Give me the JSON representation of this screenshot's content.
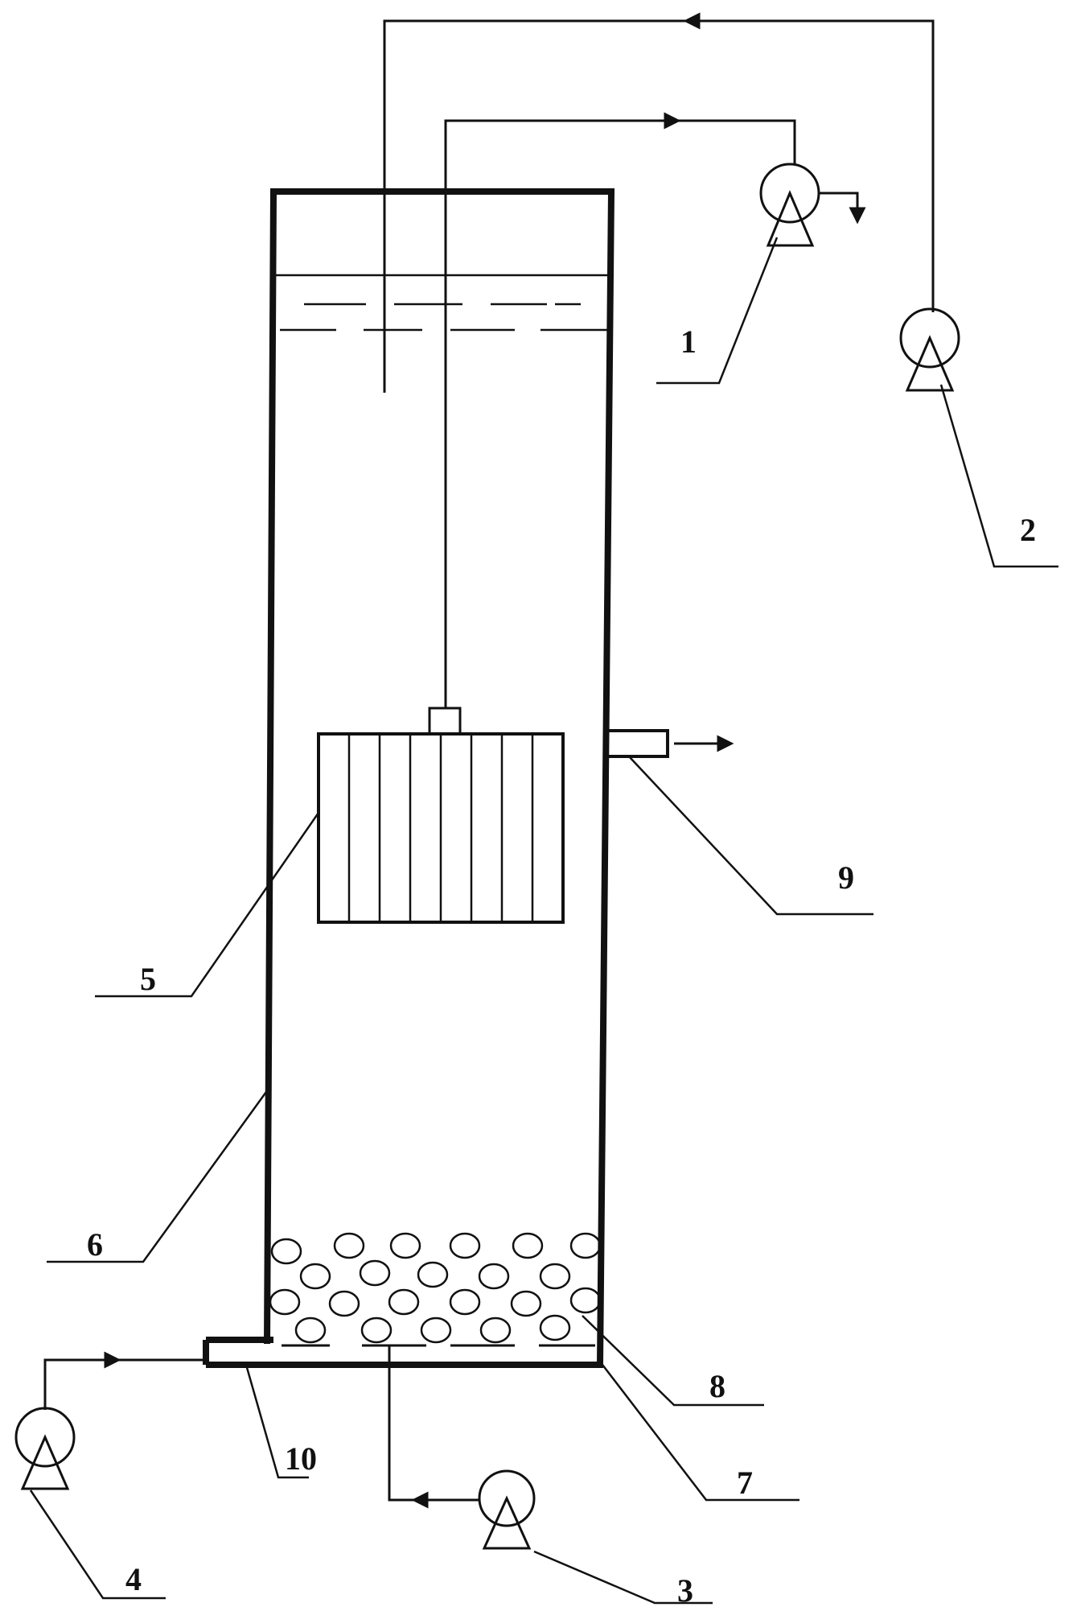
{
  "labels": {
    "pump_effluent": "1",
    "pump_recycle": "2",
    "pump_sludge": "3",
    "pump_influent": "4",
    "membrane_module": "5",
    "reactor_tank": "6",
    "aerator": "7",
    "carrier_media": "8",
    "overflow_outlet": "9",
    "inlet_pipe": "10"
  },
  "colors": {
    "ink": "#111111",
    "background": "#ffffff"
  }
}
